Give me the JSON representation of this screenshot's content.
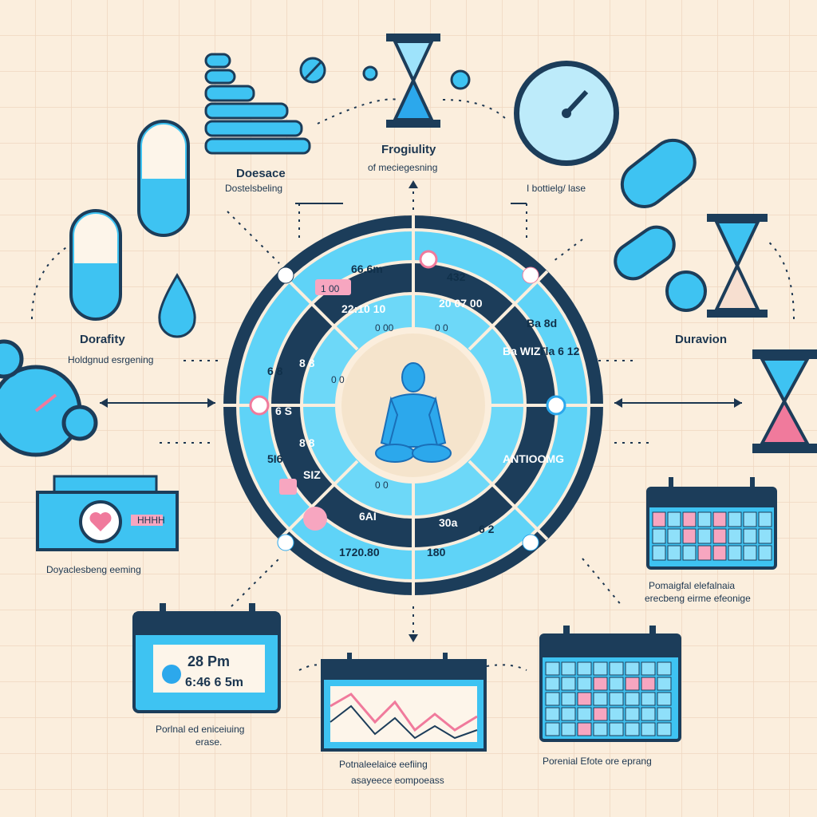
{
  "colors": {
    "background": "#fbeedd",
    "dark_navy": "#1c3d5a",
    "light_blue": "#5fd3f7",
    "bright_blue": "#2ca8ec",
    "pink": "#f07a9c",
    "grid": "#efd9c4"
  },
  "center": {
    "icon": "seated-figure-icon"
  },
  "labels": {
    "dosage": {
      "title": "Doesace",
      "sub": "Dostelsbeling"
    },
    "frequency": {
      "title": "Frogiulity",
      "sub": "of meciegesning"
    },
    "timing": {
      "sub": "I bottielg/ lase"
    },
    "density": {
      "title": "Dorafity",
      "sub": "Holdgnud esrgening"
    },
    "duration": {
      "title": "Duravion"
    },
    "left_card": {
      "sub": "Doyaclesbeng eeming"
    },
    "right_calendar": {
      "line1": "Pomaigfal elefalnaia",
      "line2": "erecbeng eirme efeonige"
    },
    "bottom_left": {
      "line1": "Porlnal ed eniceiuing",
      "line2": "erase."
    },
    "bottom_center": {
      "line1": "Potnaleelaice eefiing",
      "line2": "asayeece eompoeass"
    },
    "bottom_right": {
      "line1": "Porenial Efote ore eprang"
    }
  },
  "cards": {
    "left_badge": "HHHH",
    "time_card_line1": "28 Pm",
    "time_card_line2": "6:46 6 5m"
  },
  "ring": {
    "outer": [
      "66.6m",
      "432",
      "1 00",
      "Ba 8d",
      "Tla 6 12",
      "6 8",
      "5I6",
      "180",
      "1720.80",
      "6 2"
    ],
    "middle": [
      "22:10 10",
      "20 07 00",
      "8 8",
      "Ba WIZ",
      "8 8",
      "SIZ",
      "6AI",
      "30a",
      "ANTIOOMG",
      "6 S"
    ],
    "inner": [
      "0 00",
      "0 0",
      "0 0",
      "0 0"
    ]
  }
}
